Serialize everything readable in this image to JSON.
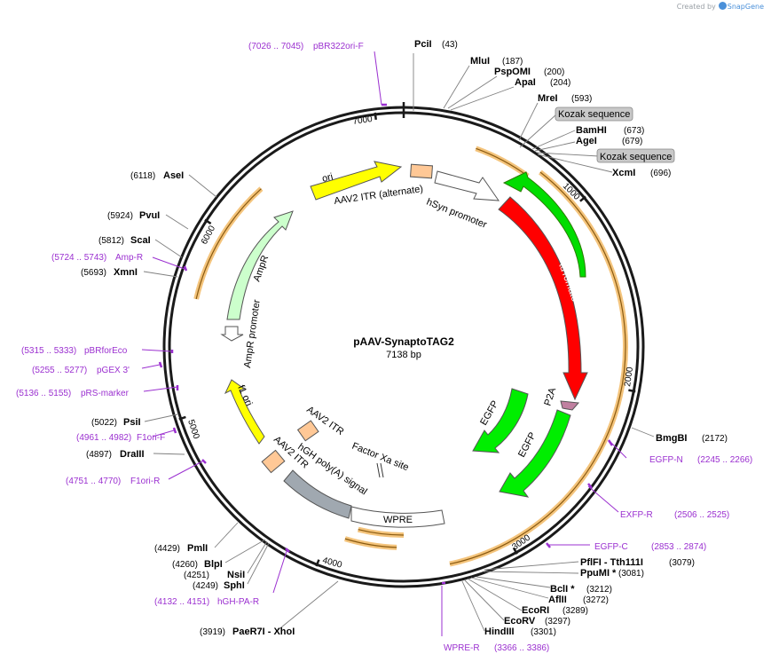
{
  "credit": {
    "prefix": "Created by",
    "brand": "SnapGene"
  },
  "plasmid": {
    "name": "pAAV-SynaptoTAG2",
    "length_label": "7138 bp"
  },
  "ticks": [
    "1000",
    "2000",
    "3000",
    "4000",
    "5000",
    "6000",
    "7000"
  ],
  "colors": {
    "primer": "#9b30d0",
    "ori": "#ffff00",
    "itr": "#ffc896",
    "red": "#ff0000",
    "green": "#00ee00",
    "ampr": "#ccffcc",
    "orange_highlight": "#f4c47c",
    "hgh": "#a0a8b0",
    "p2a": "#c080a0",
    "kozak_bg": "#c8c8c8"
  },
  "sites": [
    {
      "name": "PciI",
      "pos": "(43)"
    },
    {
      "name": "MluI",
      "pos": "(187)"
    },
    {
      "name": "PspOMI",
      "pos": "(200)"
    },
    {
      "name": "ApaI",
      "pos": "(204)"
    },
    {
      "name": "MreI",
      "pos": "(593)"
    },
    {
      "name": "Kozak sequence",
      "pos": ""
    },
    {
      "name": "BamHI",
      "pos": "(673)"
    },
    {
      "name": "AgeI",
      "pos": "(679)"
    },
    {
      "name": "Kozak sequence",
      "pos": ""
    },
    {
      "name": "XcmI",
      "pos": "(696)"
    },
    {
      "name": "BmgBI",
      "pos": "(2172)"
    },
    {
      "name": "PflFI - Tth111I",
      "pos": "(3079)"
    },
    {
      "name": "PpuMI *",
      "pos": "(3081)"
    },
    {
      "name": "BclI *",
      "pos": "(3212)"
    },
    {
      "name": "AflII",
      "pos": "(3272)"
    },
    {
      "name": "EcoRI",
      "pos": "(3289)"
    },
    {
      "name": "EcoRV",
      "pos": "(3297)"
    },
    {
      "name": "HindIII",
      "pos": "(3301)"
    },
    {
      "name": "PaeR7I - XhoI",
      "pos": "(3919)"
    },
    {
      "name": "SphI",
      "pos": "(4249)"
    },
    {
      "name": "NsiI",
      "pos": "(4251)"
    },
    {
      "name": "BlpI",
      "pos": "(4260)"
    },
    {
      "name": "PmlI",
      "pos": "(4429)"
    },
    {
      "name": "DraIII",
      "pos": "(4897)"
    },
    {
      "name": "PsiI",
      "pos": "(5022)"
    },
    {
      "name": "XmnI",
      "pos": "(5693)"
    },
    {
      "name": "ScaI",
      "pos": "(5812)"
    },
    {
      "name": "PvuI",
      "pos": "(5924)"
    },
    {
      "name": "AseI",
      "pos": "(6118)"
    }
  ],
  "primers": [
    {
      "range": "(7026 .. 7045)",
      "name": "pBR322ori-F"
    },
    {
      "range": "(2245 .. 2266)",
      "name": "EGFP-N"
    },
    {
      "range": "(2506 .. 2525)",
      "name": "EXFP-R"
    },
    {
      "range": "(2853 .. 2874)",
      "name": "EGFP-C"
    },
    {
      "range": "(3366 .. 3386)",
      "name": "WPRE-R"
    },
    {
      "range": "(4132 .. 4151)",
      "name": "hGH-PA-R"
    },
    {
      "range": "(4751 .. 4770)",
      "name": "F1ori-R"
    },
    {
      "range": "(4961 .. 4982)",
      "name": "F1ori-F"
    },
    {
      "range": "(5136 .. 5155)",
      "name": "pRS-marker"
    },
    {
      "range": "(5255 .. 5277)",
      "name": "pGEX 3'"
    },
    {
      "range": "(5315 .. 5333)",
      "name": "pBRforEco"
    },
    {
      "range": "(5724 .. 5743)",
      "name": "Amp-R"
    }
  ],
  "features": {
    "ori": "ori",
    "itr_alt": "AAV2 ITR (alternate)",
    "hsyn": "hSyn promoter",
    "tdtomato": "tdTomato",
    "p2a": "P2A",
    "egfp_inner": "EGFP",
    "egfp_outer": "EGFP",
    "wpre": "WPRE",
    "hgh": "hGH poly(A) signal",
    "factor_xa": "Factor Xa site",
    "aav2_itr_1": "AAV2 ITR",
    "aav2_itr_2": "AAV2 ITR",
    "f1ori": "f1 ori",
    "ampr": "AmpR",
    "ampr_promoter": "AmpR promoter"
  }
}
